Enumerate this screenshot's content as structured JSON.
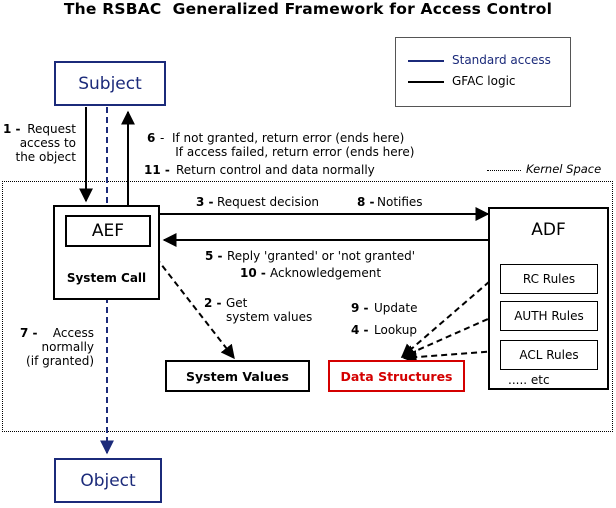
{
  "title": "The RSBAC  Generalized Framework for Access Control",
  "legend": {
    "standard_access": "Standard access",
    "gfac_logic": "GFAC logic"
  },
  "kernel_space": "Kernel Space",
  "nodes": {
    "subject": "Subject",
    "object": "Object",
    "aef": "AEF",
    "system_call": "System Call",
    "adf": "ADF",
    "system_values": "System Values",
    "data_structures": "Data Structures",
    "rc_rules": "RC Rules",
    "auth_rules": "AUTH Rules",
    "acl_rules": "ACL Rules",
    "etc": "..... etc"
  },
  "steps": {
    "s1_num": "1 -",
    "s1_text": "Request\naccess to\nthe object",
    "s6_num": "6",
    "s6_text": "-  If not granted, return error (ends here)\n    If access failed, return error (ends here)",
    "s11_num": "11 -",
    "s11_text": "Return control and data normally",
    "s3_num": "3 -",
    "s3_text": "Request decision",
    "s8_num": "8 -",
    "s8_text": "Notifies",
    "s5_num": "5 -",
    "s5_text": "Reply 'granted' or 'not granted'",
    "s10_num": "10 -",
    "s10_text": "Acknowledgement",
    "s2_num": "2 -",
    "s2_text": "Get\nsystem values",
    "s9_num": "9 -",
    "s9_text": "Update",
    "s4_num": "4 -",
    "s4_text": "Lookup",
    "s7_num": "7 -",
    "s7_text": "Access\nnormally\n(if granted)"
  },
  "colors": {
    "navy": "#1b2a7a",
    "red": "#d40000",
    "black": "#000000"
  }
}
